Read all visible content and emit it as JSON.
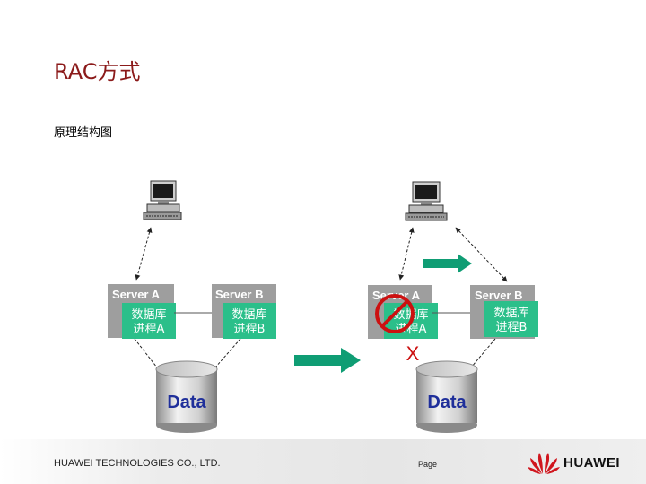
{
  "slide": {
    "title": "RAC方式",
    "subtitle": "原理结构图"
  },
  "diagram": {
    "left": {
      "server_a": {
        "label": "Server A",
        "process_line1": "数据库",
        "process_line2": "进程A"
      },
      "server_b": {
        "label": "Server B",
        "process_line1": "数据库",
        "process_line2": "进程B"
      },
      "storage_label": "Data"
    },
    "right": {
      "server_a": {
        "label": "Server A",
        "process_line1": "数据库",
        "process_line2": "进程A"
      },
      "server_b": {
        "label": "Server B",
        "process_line1": "数据库",
        "process_line2": "进程B"
      },
      "storage_label": "Data",
      "failure_mark": "X"
    },
    "colors": {
      "process_green": "#2bbf8a",
      "server_gray": "#9e9e9e",
      "arrow_teal": "#0f9d74",
      "failure_red": "#cc1111",
      "data_blue": "#1f2f9a"
    }
  },
  "footer": {
    "company": "HUAWEI TECHNOLOGIES CO., LTD.",
    "page_label": "Page",
    "brand": "HUAWEI"
  }
}
